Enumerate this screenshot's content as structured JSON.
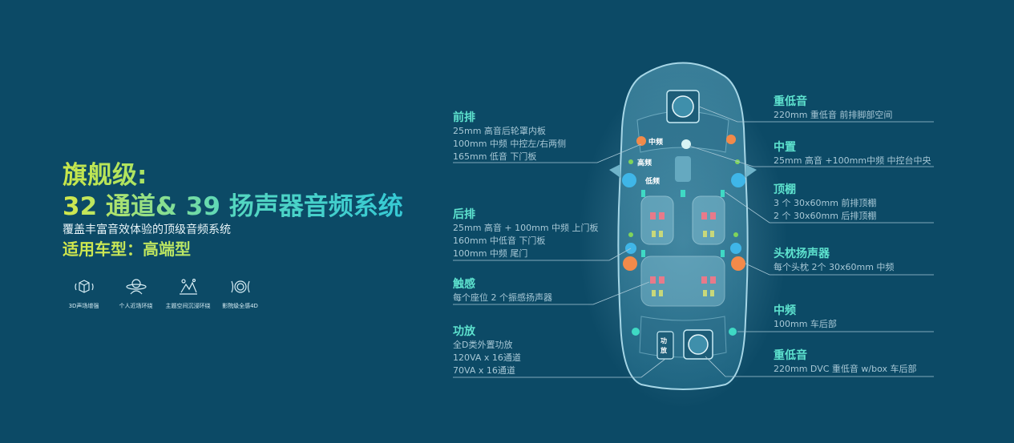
{
  "headline": {
    "line1": "旗舰级:",
    "line2": "32 通道& 39 扬声器音频系统",
    "subtitle": "覆盖丰富音效体验的顶级音频系统",
    "applicable": "适用车型：高端型"
  },
  "features": [
    {
      "icon": "3d-cube-sound-icon",
      "label": "3D声场增强"
    },
    {
      "icon": "personal-headrest-icon",
      "label": "个人近场环绕"
    },
    {
      "icon": "immersive-space-icon",
      "label": "主题空间沉浸环绕"
    },
    {
      "icon": "vibration-4d-icon",
      "label": "影院级全感4D"
    }
  ],
  "left_annotations": [
    {
      "title": "前排",
      "lines": [
        "25mm 高音后轮罩内板",
        "100mm 中频 中控左/右两侧",
        "165mm 低音 下门板"
      ]
    },
    {
      "title": "后排",
      "lines": [
        "25mm 高音 + 100mm 中频 上门板",
        "160mm 中低音 下门板",
        "100mm 中频 尾门"
      ]
    },
    {
      "title": "触感",
      "lines": [
        "每个座位 2 个振感扬声器"
      ]
    },
    {
      "title": "功放",
      "lines": [
        "全D类外置功放",
        "120VA x 16通道",
        "70VA x 16通道"
      ]
    }
  ],
  "right_annotations": [
    {
      "title": "重低音",
      "lines": [
        "220mm 重低音 前排脚部空间"
      ]
    },
    {
      "title": "中置",
      "lines": [
        "25mm 高音 +100mm中频 中控台中央"
      ]
    },
    {
      "title": "顶棚",
      "lines": [
        "3 个 30x60mm 前排顶棚",
        "2 个 30x60mm 后排顶棚"
      ]
    },
    {
      "title": "头枕扬声器",
      "lines": [
        "每个头枕 2个 30x60mm 中频"
      ]
    },
    {
      "title": "中频",
      "lines": [
        "100mm 车后部"
      ]
    },
    {
      "title": "重低音",
      "lines": [
        "220mm DVC 重低音 w/box 车后部"
      ]
    }
  ],
  "car_tags": {
    "mid": "中频",
    "high": "高频",
    "low": "低频",
    "amp": "功放"
  },
  "colors": {
    "background": "#0c4a66",
    "accent_teal": "#5ee3cf",
    "speaker_orange": "#f28a4a",
    "speaker_blue": "#3fb6e8",
    "speaker_green": "#7fd45a",
    "seat_pink": "#e87a8a"
  }
}
